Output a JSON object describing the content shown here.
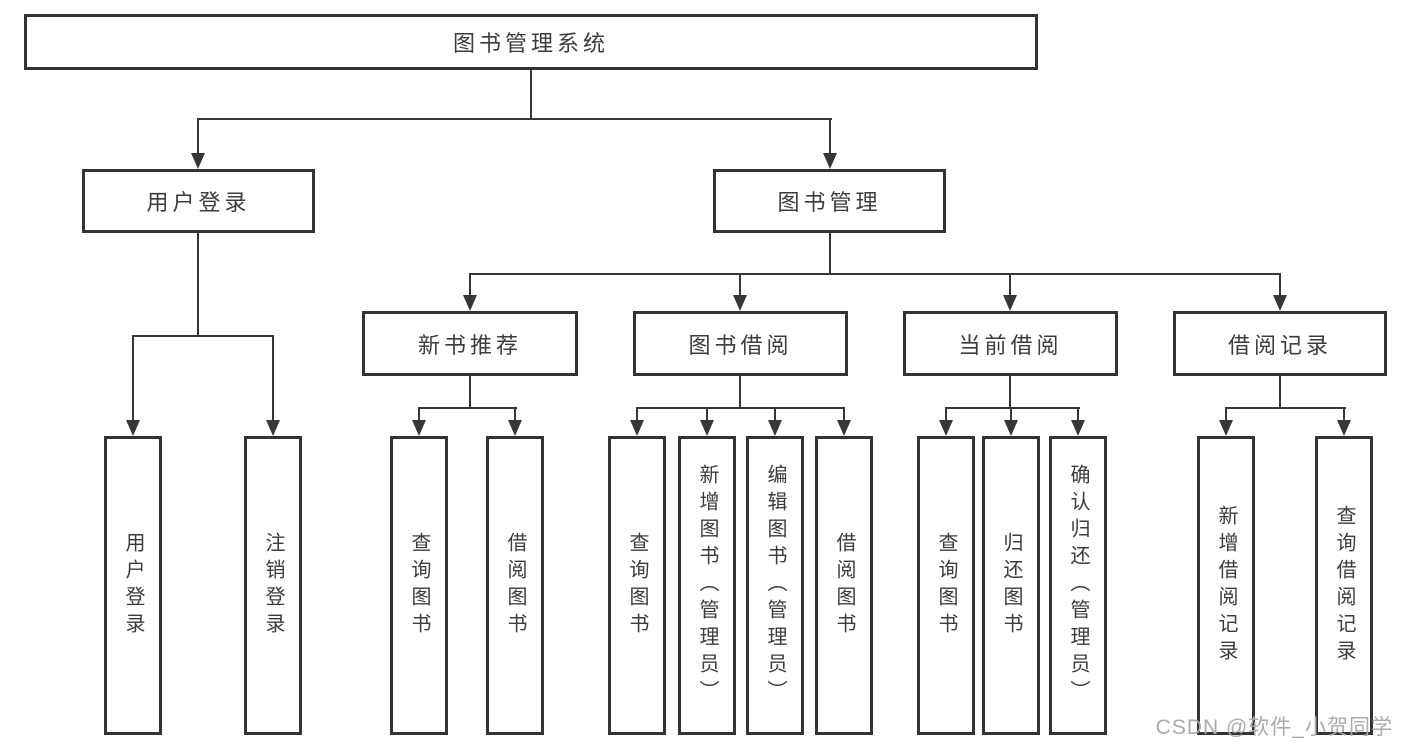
{
  "diagram_title": "图书管理系统",
  "nodes": {
    "root": "图书管理系统",
    "user_login": "用户登录",
    "book_management": "图书管理",
    "new_book_recommend": "新书推荐",
    "book_borrowing": "图书借阅",
    "current_borrowing": "当前借阅",
    "borrowing_records": "借阅记录",
    "leaf_user_login": "用户登录",
    "leaf_logout": "注销登录",
    "leaf_query_books_1": "查询图书",
    "leaf_borrow_books_1": "借阅图书",
    "leaf_query_books_2": "查询图书",
    "leaf_add_book_admin": "新增图书（管理员）",
    "leaf_edit_book_admin": "编辑图书（管理员）",
    "leaf_borrow_books_2": "借阅图书",
    "leaf_query_books_3": "查询图书",
    "leaf_return_books": "归还图书",
    "leaf_confirm_return_admin": "确认归还（管理员）",
    "leaf_add_borrow_record": "新增借阅记录",
    "leaf_query_borrow_record": "查询借阅记录"
  },
  "hierarchy": {
    "图书管理系统": {
      "用户登录": [
        "用户登录",
        "注销登录"
      ],
      "图书管理": {
        "新书推荐": [
          "查询图书",
          "借阅图书"
        ],
        "图书借阅": [
          "查询图书",
          "新增图书（管理员）",
          "编辑图书（管理员）",
          "借阅图书"
        ],
        "当前借阅": [
          "查询图书",
          "归还图书",
          "确认归还（管理员）"
        ],
        "借阅记录": [
          "新增借阅记录",
          "查询借阅记录"
        ]
      }
    }
  },
  "watermark": "CSDN @软件_小贺同学",
  "colors": {
    "background": "#ffffff",
    "box_border": "#333333",
    "connector_line": "#373737",
    "text": "#3c3c3c",
    "watermark": "#ababab"
  }
}
